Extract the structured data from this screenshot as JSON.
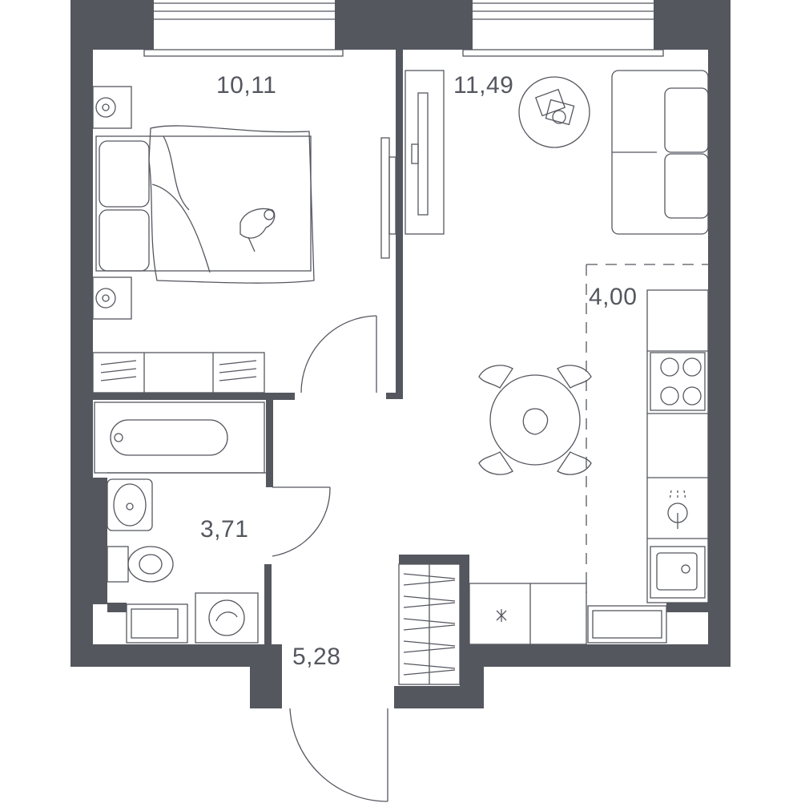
{
  "rooms": {
    "bedroom": {
      "area": "10,11"
    },
    "living": {
      "area": "11,49"
    },
    "kitchen": {
      "area": "4,00"
    },
    "bathroom": {
      "area": "3,71"
    },
    "hall": {
      "area": "5,28"
    }
  },
  "colors": {
    "wall": "#55575f",
    "line": "#55575f",
    "background": "#ffffff"
  }
}
